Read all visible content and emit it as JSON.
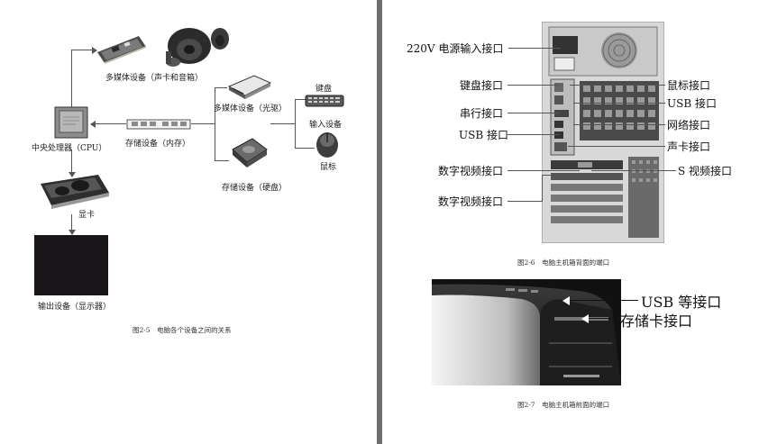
{
  "left_page": {
    "labels": {
      "multimedia_sound": "多媒体设备（声卡和音箱）",
      "keyboard": "键盘",
      "multimedia_optical": "多媒体设备（光驱）",
      "input_device": "输入设备",
      "cpu": "中央处理器（CPU）",
      "storage_ram": "存储设备（内存）",
      "mouse": "鼠标",
      "storage_hdd": "存储设备（硬盘）",
      "gpu": "显卡",
      "output_device": "输出设备（显示器）"
    },
    "caption": "图2-5　电脑各个设备之间的关系"
  },
  "right_page": {
    "back_labels": {
      "power": "220V 电源输入接口",
      "keyboard_port": "键盘接口",
      "serial_port": "串行接口",
      "usb_left": "USB 接口",
      "digital_video_1": "数字视频接口",
      "digital_video_2": "数字视频接口",
      "mouse_port": "鼠标接口",
      "usb_right": "USB 接口",
      "network_port": "网络接口",
      "sound_port": "声卡接口",
      "s_video": "S 视频接口"
    },
    "caption_back": "图2-6　电脑主机箱背面的端口",
    "front_labels": {
      "usb_etc": "USB 等接口",
      "card_reader": "存储卡接口"
    },
    "caption_front": "图2-7　电脑主机箱前面的端口"
  }
}
